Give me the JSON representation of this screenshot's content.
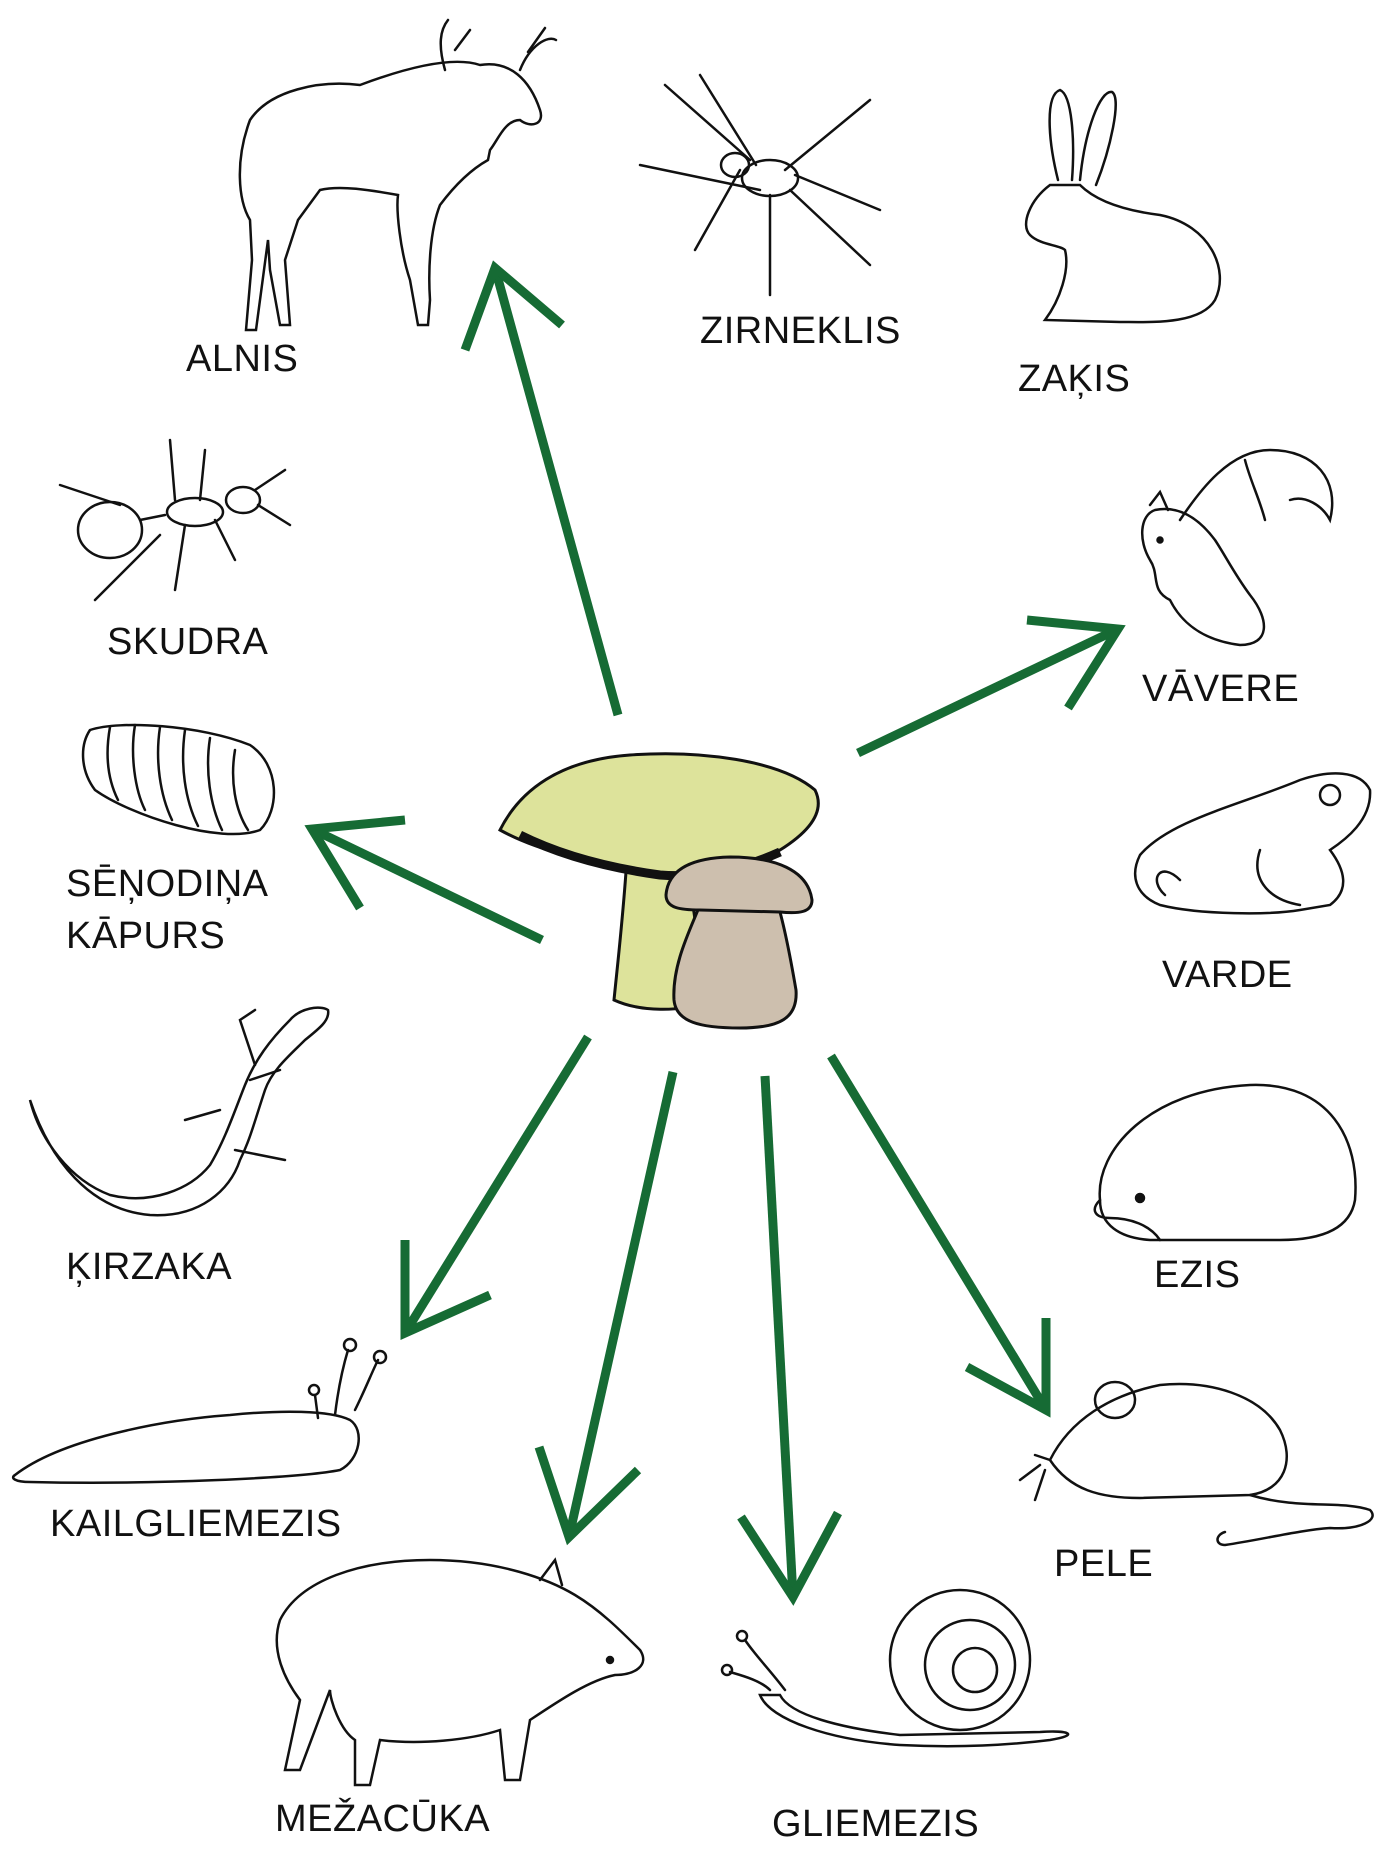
{
  "colors": {
    "arrow": "#166b34",
    "cap": "#dde39b",
    "stem": "#dde39b",
    "bolete_cap": "#cdbfae",
    "outline": "#111111"
  },
  "center": {
    "name": "mushrooms"
  },
  "labels": {
    "alnis": "ALNIS",
    "zirneklis": "ZIRNEKLIS",
    "zakis": "ZAĶIS",
    "skudra": "SKUDRA",
    "vavere": "VĀVERE",
    "senodina_line1": "SĒŅODIŅA",
    "senodina_line2": "KĀPURS",
    "varde": "VARDE",
    "kirzaka": "ĶIRZAKA",
    "ezis": "EZIS",
    "kailgliemezis": "KAILGLIEMEZIS",
    "pele": "PELE",
    "mezacuka": "MEŽACŪKA",
    "gliemezis": "GLIEMEZIS"
  }
}
